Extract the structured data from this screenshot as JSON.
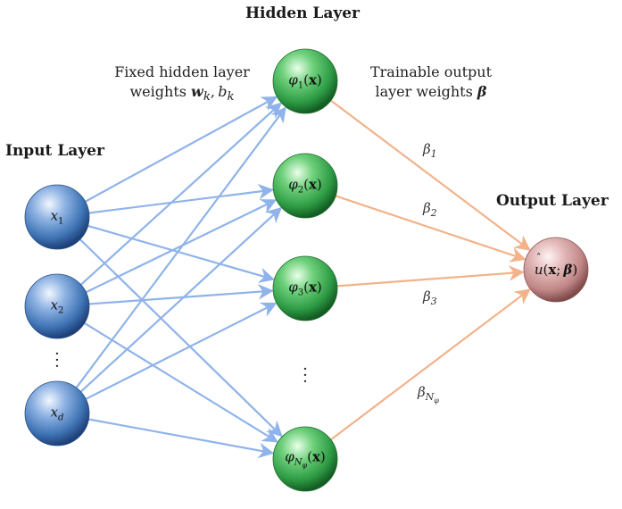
{
  "headers": {
    "hidden_layer": "Hidden Layer",
    "input_layer": "Input Layer",
    "output_layer": "Output Layer"
  },
  "annotations": {
    "fixed_weights_line1": "Fixed hidden layer",
    "fixed_weights_line2_prefix": "weights ",
    "fixed_weights_w": "w",
    "fixed_weights_k1": "k",
    "fixed_weights_b": "b",
    "fixed_weights_k2": "k",
    "trainable_line1": "Trainable output",
    "trainable_line2_prefix": "layer weights ",
    "trainable_beta": "β"
  },
  "input_nodes": [
    {
      "var": "x",
      "sub": "1"
    },
    {
      "var": "x",
      "sub": "2"
    },
    {
      "var": "x",
      "sub": "d"
    }
  ],
  "hidden_nodes": [
    {
      "fn": "φ",
      "sub": "1",
      "arg": "x"
    },
    {
      "fn": "φ",
      "sub": "2",
      "arg": "x"
    },
    {
      "fn": "φ",
      "sub": "3",
      "arg": "x"
    },
    {
      "fn": "φ",
      "sub": "N",
      "subsub": "φ",
      "arg": "x"
    }
  ],
  "output_node": {
    "fn": "u",
    "arg": "x",
    "param": "β"
  },
  "output_weights": [
    {
      "sym": "β",
      "sub": "1"
    },
    {
      "sym": "β",
      "sub": "2"
    },
    {
      "sym": "β",
      "sub": "3"
    },
    {
      "sym": "β",
      "sub": "N",
      "subsub": "φ"
    }
  ],
  "colors": {
    "input_node": "#3f74b5",
    "hidden_node": "#2e9c45",
    "output_node": "#c98f8f",
    "input_edges": "#8fb3ea",
    "output_edges": "#f2b38a"
  }
}
